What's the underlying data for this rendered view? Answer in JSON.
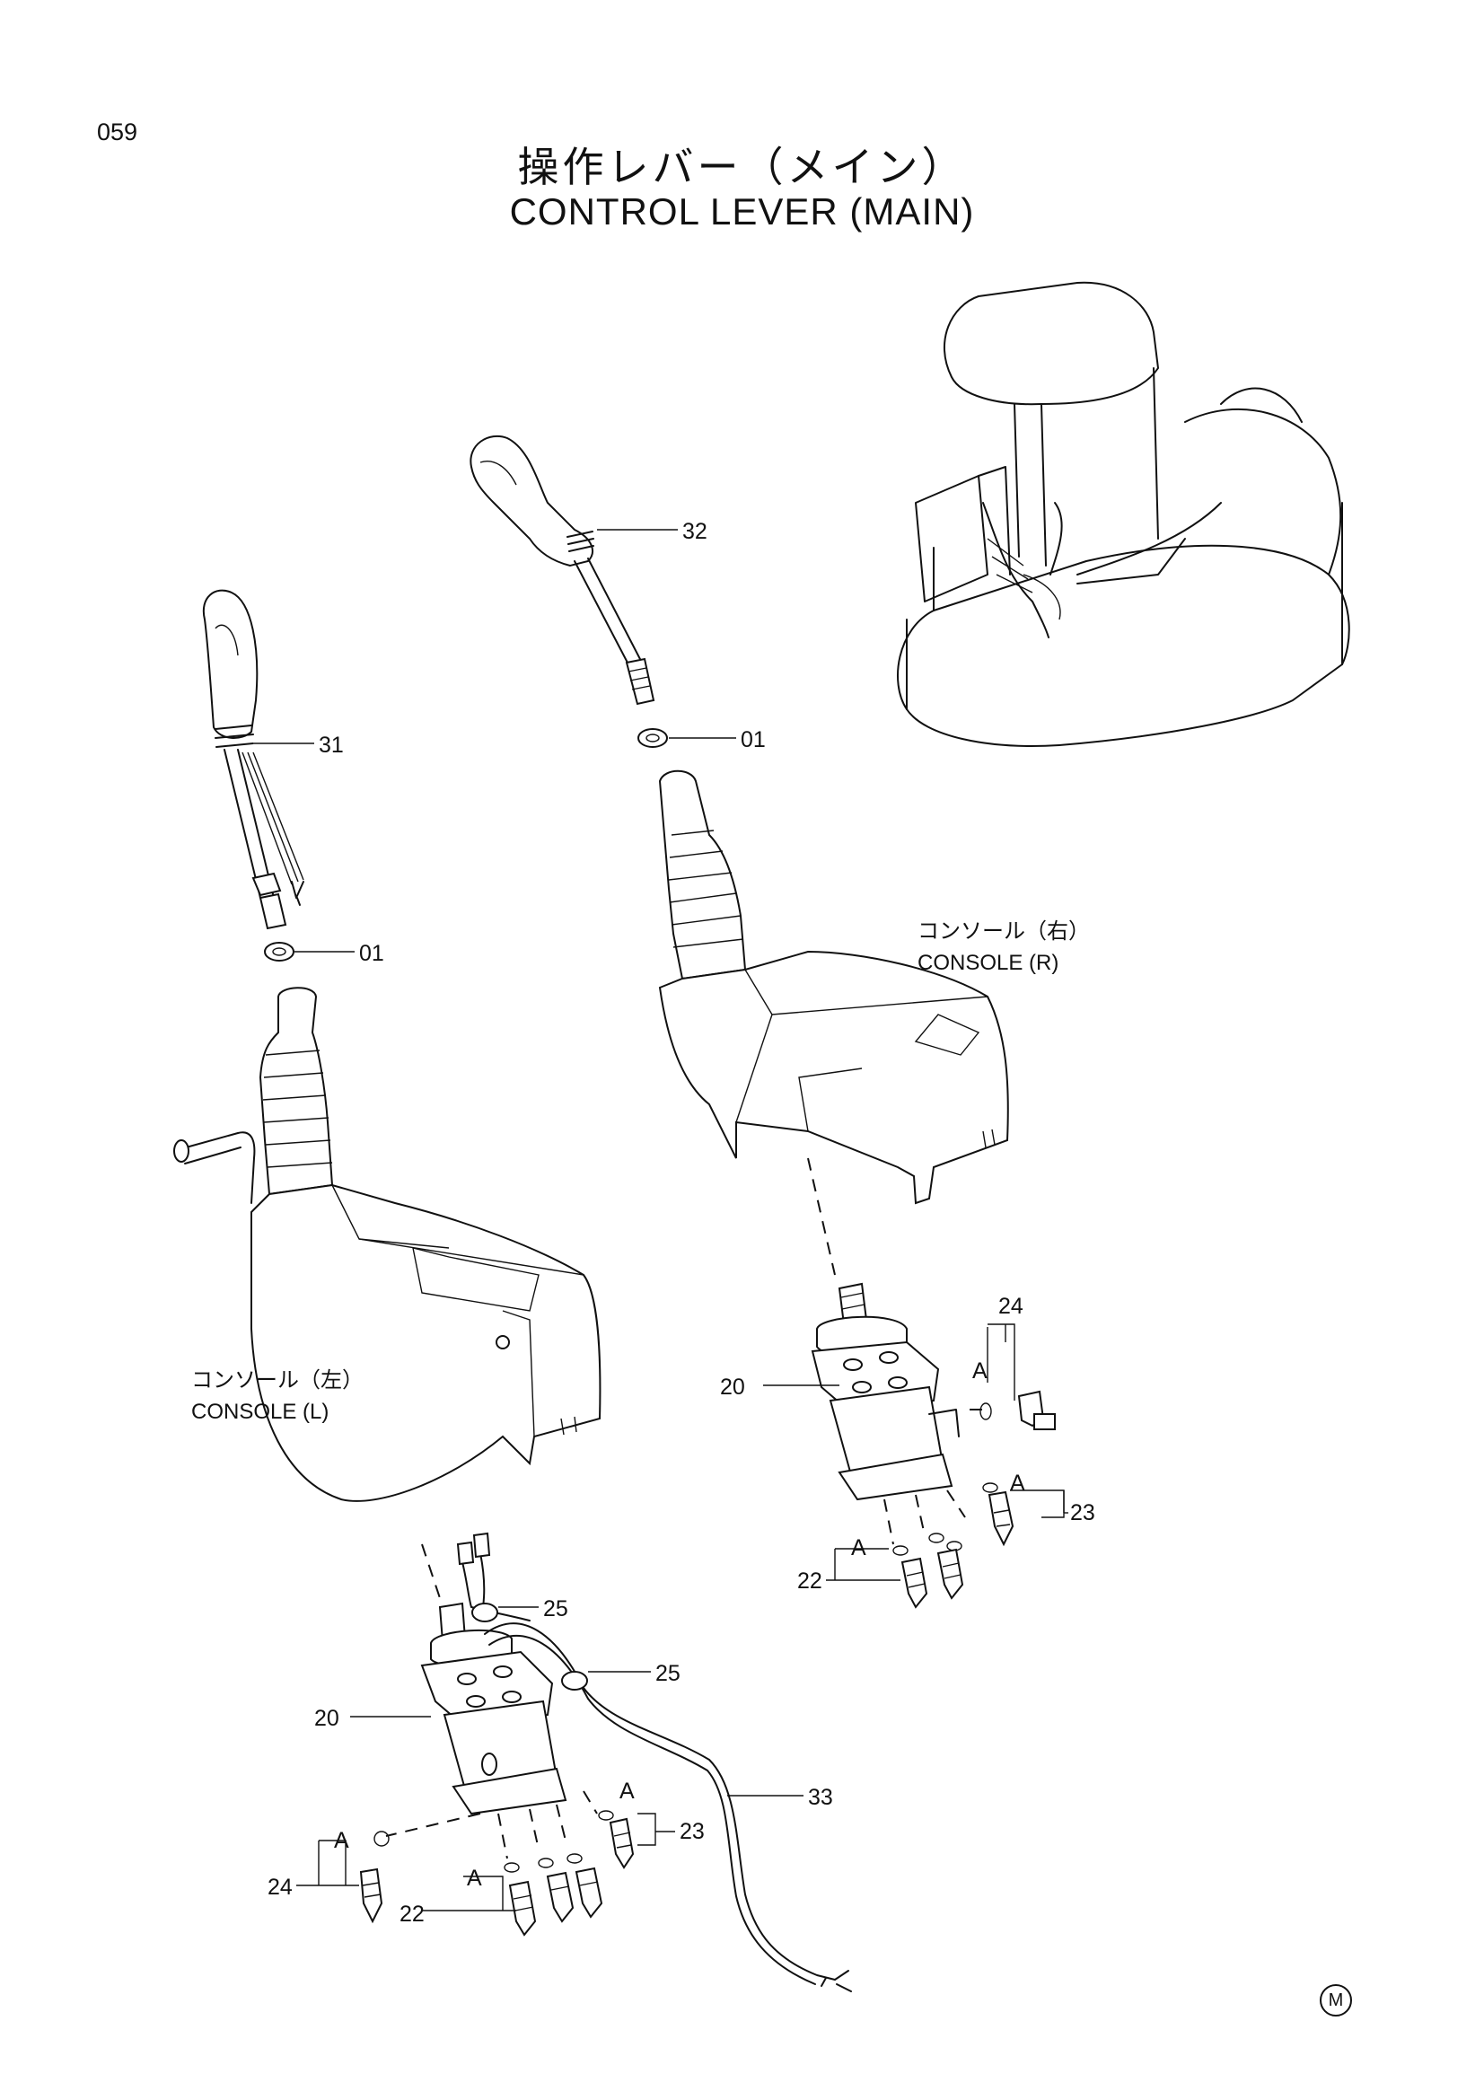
{
  "page": {
    "number": "059"
  },
  "title": {
    "japanese": "操作レバー（メイン）",
    "english": "CONTROL LEVER (MAIN)"
  },
  "consoles": [
    {
      "id": "right",
      "japanese": "コンソール（右）",
      "english": "CONSOLE (R)"
    },
    {
      "id": "left",
      "japanese": "コンソール（左）",
      "english": "CONSOLE (L)"
    }
  ],
  "callouts": {
    "c32": "32",
    "c31": "31",
    "c01a": "01",
    "c01b": "01",
    "c24r": "24",
    "c20r": "20",
    "c23r": "23",
    "c22r": "22",
    "c25a": "25",
    "c25b": "25",
    "c20l": "20",
    "c33": "33",
    "c23l": "23",
    "c24l": "24",
    "c22l": "22"
  },
  "detail_marker": "A",
  "footer_mark": "M"
}
